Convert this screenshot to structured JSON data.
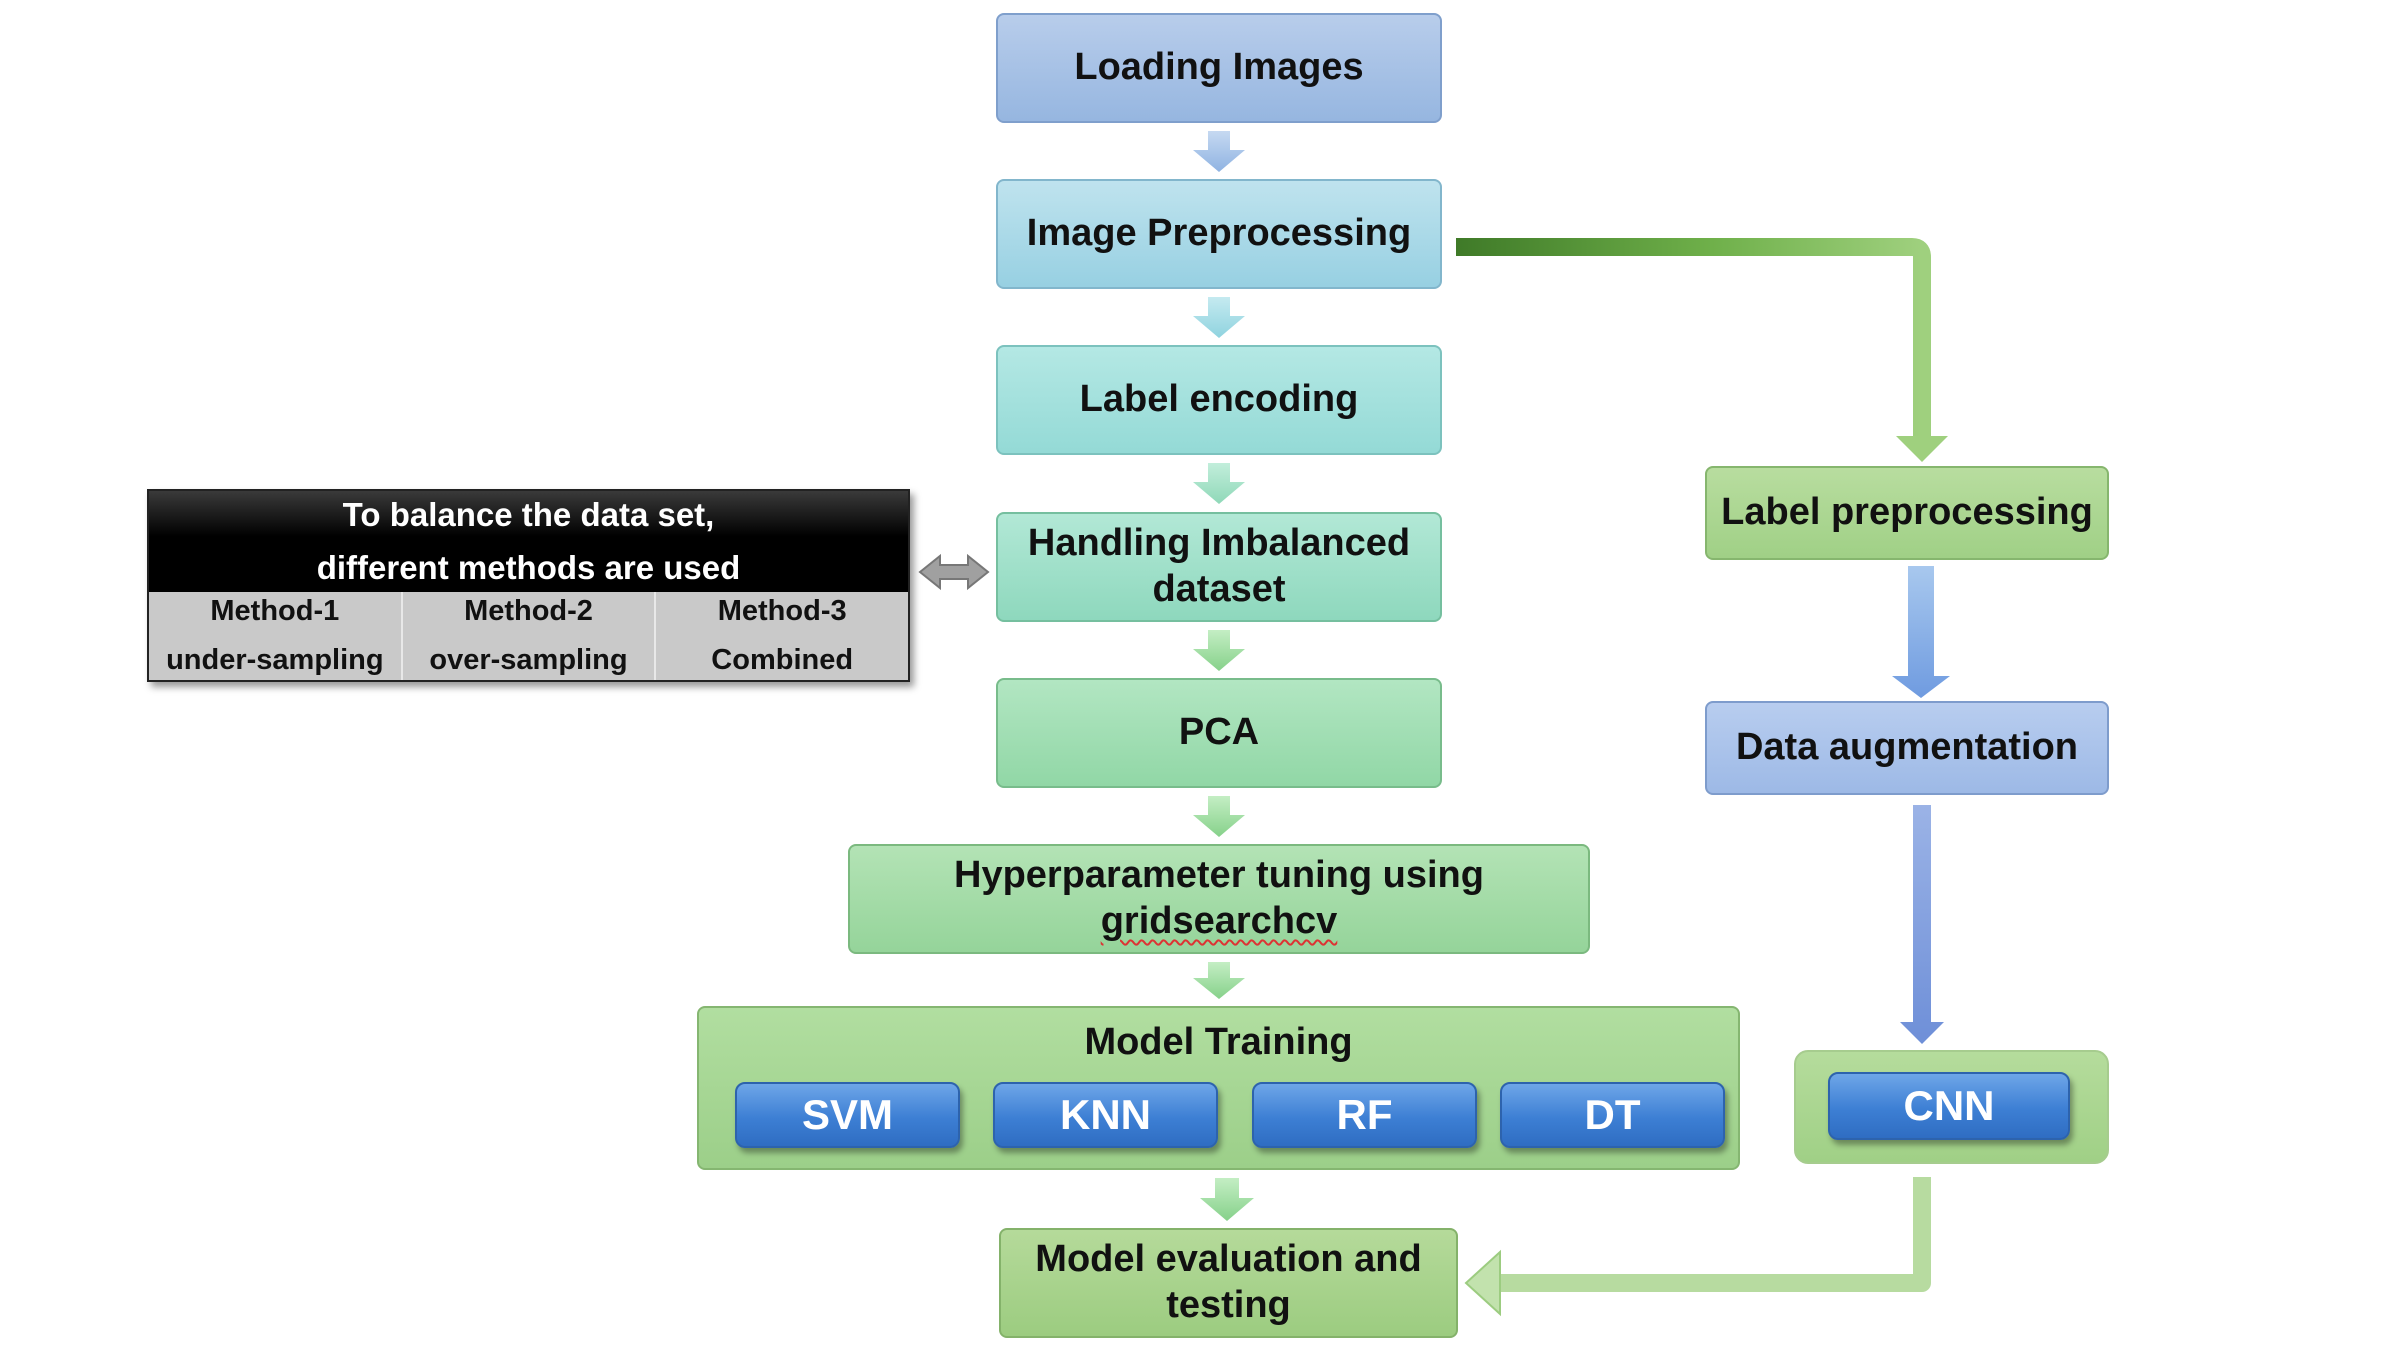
{
  "steps": {
    "loading": "Loading Images",
    "preprocessing": "Image Preprocessing",
    "label_encoding": "Label encoding",
    "imbalanced_line1": "Handling Imbalanced",
    "imbalanced_line2": "dataset",
    "pca": "PCA",
    "hyper_line1": "Hyperparameter tuning using",
    "hyper_line2": "gridsearchcv",
    "training": "Model Training",
    "eval_line1": "Model evaluation and",
    "eval_line2": "testing"
  },
  "models": [
    "SVM",
    "KNN",
    "RF",
    "DT"
  ],
  "cnn_branch": {
    "label_preprocessing": "Label preprocessing",
    "data_augmentation": "Data augmentation",
    "cnn": "CNN"
  },
  "balance": {
    "title_line1": "To balance the data set,",
    "title_line2": "different methods are used",
    "methods": [
      {
        "name": "Method-1",
        "desc": "under-sampling"
      },
      {
        "name": "Method-2",
        "desc": "over-sampling"
      },
      {
        "name": "Method-3",
        "desc": "Combined"
      }
    ]
  },
  "colors": {
    "model_button": "#3d7fd4",
    "flow_arrow_green": "#8fd08a",
    "flow_arrow_blue": "#8fb6e6",
    "branch_arrow_green": "#7cbf58"
  }
}
